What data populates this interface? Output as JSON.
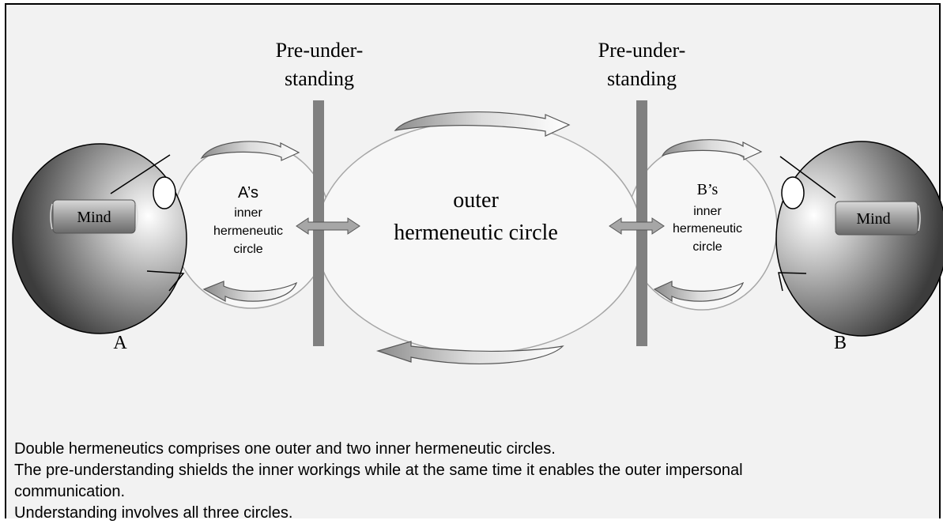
{
  "labels": {
    "pre_left": [
      "Pre-under-",
      "standing"
    ],
    "pre_right": [
      "Pre-under-",
      "standing"
    ],
    "outer": [
      "outer",
      "hermeneutic circle"
    ],
    "inner_a": [
      "A’s",
      "inner",
      "hermeneutic",
      "circle"
    ],
    "inner_b": [
      "B’s",
      "inner",
      "hermeneutic",
      "circle"
    ],
    "mind_a": "Mind",
    "mind_b": "Mind",
    "person_a": "A",
    "person_b": "B"
  },
  "caption": {
    "line1": "Double hermeneutics comprises one outer and two inner hermeneutic circles.",
    "line2": "The pre-understanding shields the inner workings while at the same time it enables the outer impersonal",
    "line3": "communication.",
    "line4": "Understanding involves all three circles."
  },
  "colors": {
    "background": "#f2f2f2",
    "circle_fill": "#f7f7f7",
    "bar": "#808080",
    "head_dark": "#4a4a4a"
  }
}
